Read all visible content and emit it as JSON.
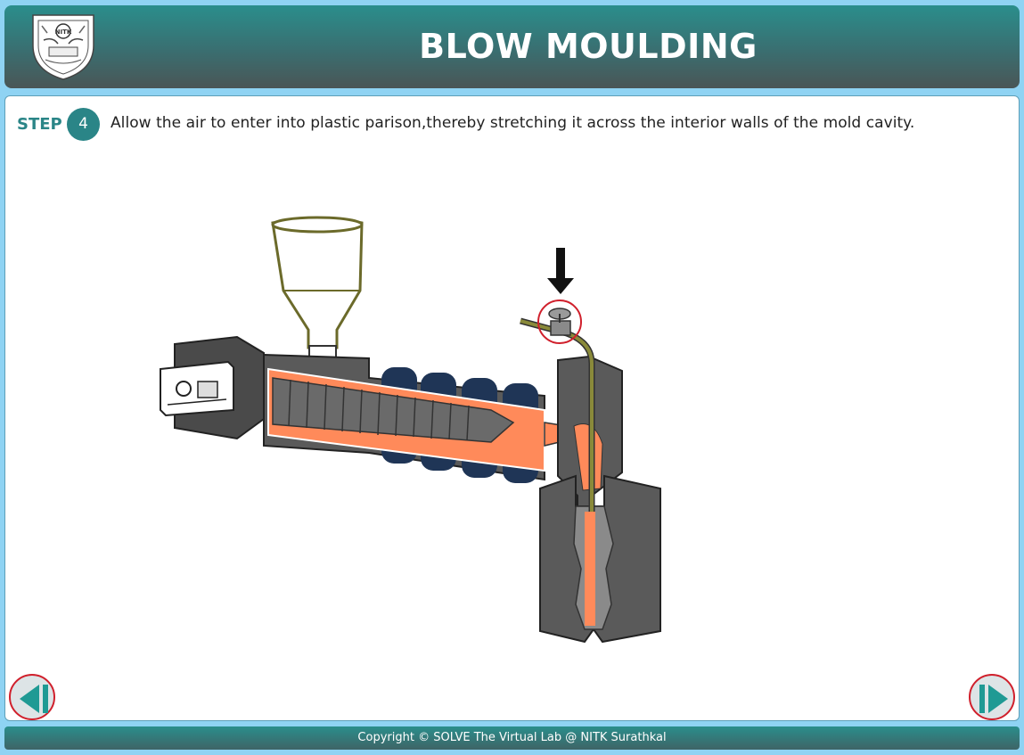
{
  "header": {
    "title": "BLOW MOULDING",
    "logo_icon": "nitk-emblem-icon"
  },
  "step": {
    "label": "STEP",
    "number": "4",
    "instruction": "Allow the air to enter into plastic parison,thereby stretching it across the interior walls of the mold cavity."
  },
  "diagram": {
    "name": "blow-moulding-machine-illustration",
    "highlight_color": "#d0202c",
    "melt_color": "#ff8a5a",
    "machine_color": "#555555",
    "pipe_color": "#8a8a3a"
  },
  "navigation": {
    "prev_icon": "skip-back-icon",
    "next_icon": "skip-forward-icon",
    "accent": "#1f9a94"
  },
  "footer": {
    "text": "Copyright © SOLVE The Virtual Lab @ NITK Surathkal"
  }
}
